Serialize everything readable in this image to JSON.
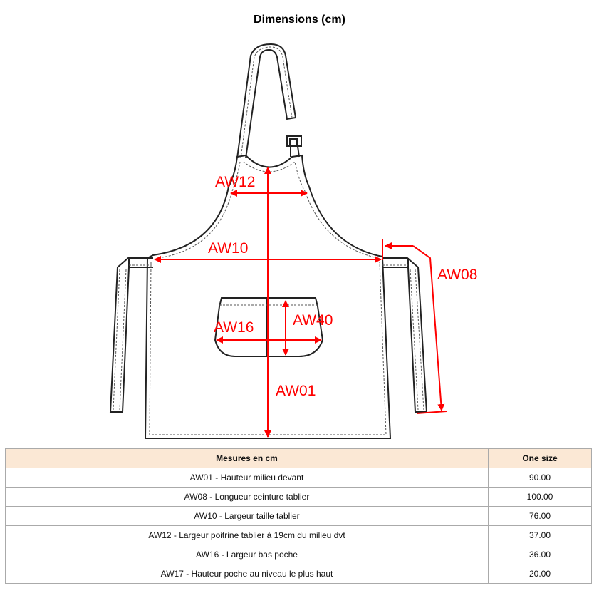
{
  "title": "Dimensions (cm)",
  "diagram": {
    "labels": {
      "aw12": "AW12",
      "aw10": "AW10",
      "aw08": "AW08",
      "aw16": "AW16",
      "aw40": "AW40",
      "aw01": "AW01"
    },
    "colors": {
      "measure": "#ff0000",
      "outline": "#222222"
    }
  },
  "table": {
    "headers": [
      "Mesures en cm",
      "One size"
    ],
    "rows": [
      [
        "AW01 - Hauteur milieu devant",
        "90.00"
      ],
      [
        "AW08 - Longueur ceinture tablier",
        "100.00"
      ],
      [
        "AW10 - Largeur taille tablier",
        "76.00"
      ],
      [
        "AW12 - Largeur poitrine tablier à 19cm du milieu dvt",
        "37.00"
      ],
      [
        "AW16 - Largeur bas poche",
        "36.00"
      ],
      [
        "AW17 - Hauteur poche au niveau le plus haut",
        "20.00"
      ]
    ]
  }
}
